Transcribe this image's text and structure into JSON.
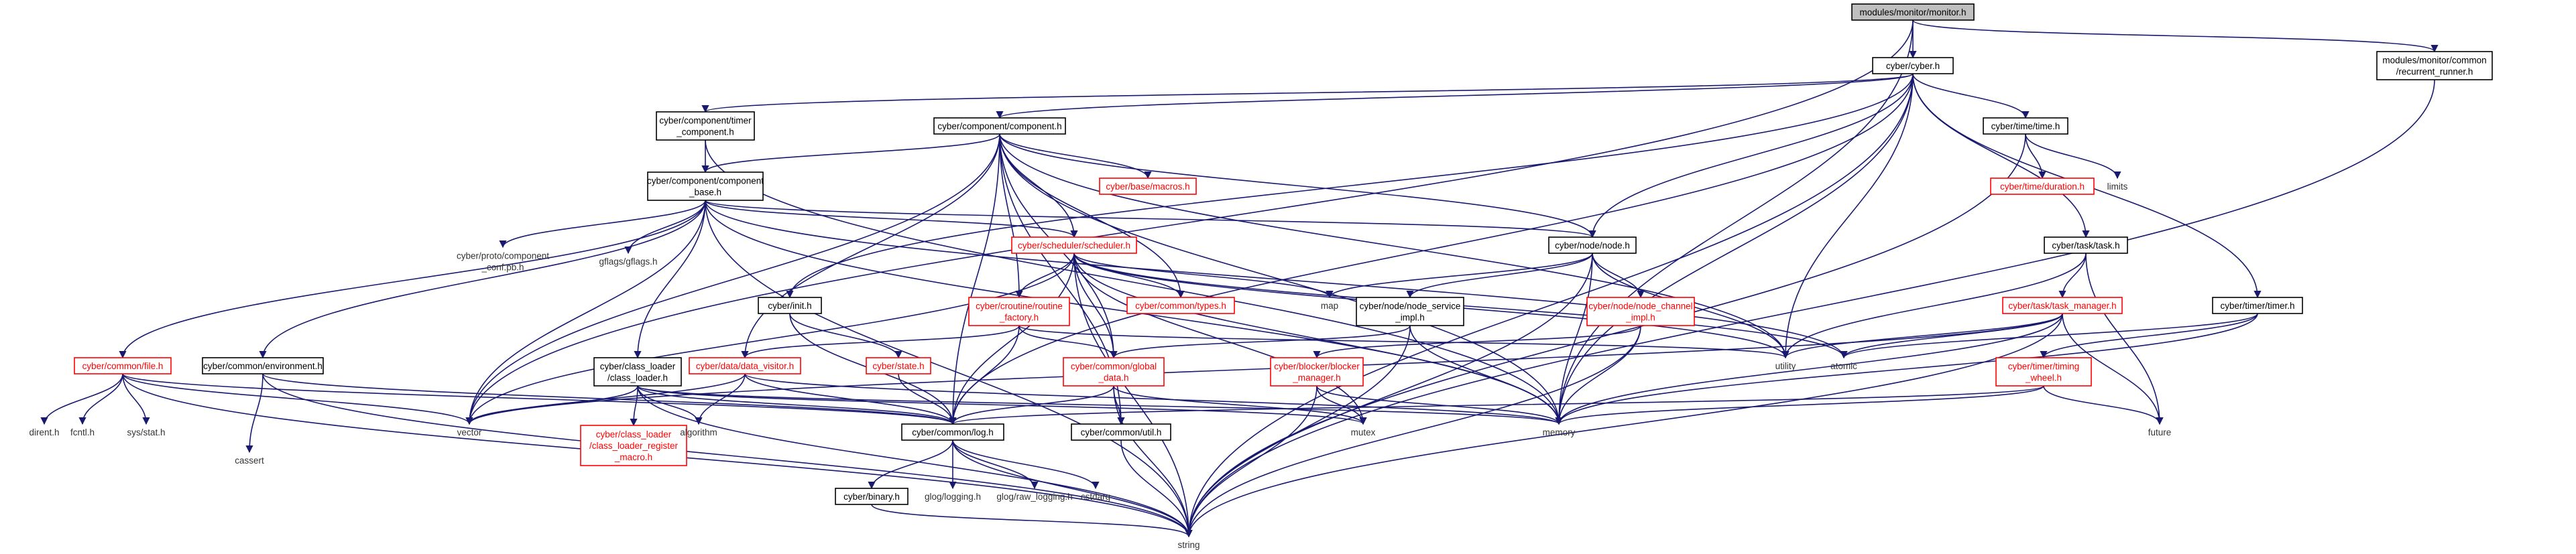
{
  "diagram": {
    "type": "include-dependency-graph",
    "edge_color": "#191970",
    "highlight_color": "#ff0000",
    "root_fill": "#bfbfbf",
    "nodes": [
      {
        "id": "root",
        "lines": [
          "modules/monitor/monitor.h"
        ],
        "style": "root"
      },
      {
        "id": "cyber_h",
        "lines": [
          "cyber/cyber.h"
        ],
        "style": "box"
      },
      {
        "id": "recurrent",
        "lines": [
          "modules/monitor/common",
          "/recurrent_runner.h"
        ],
        "style": "box"
      },
      {
        "id": "timer_comp",
        "lines": [
          "cyber/component/timer",
          "_component.h"
        ],
        "style": "box"
      },
      {
        "id": "component",
        "lines": [
          "cyber/component/component.h"
        ],
        "style": "box"
      },
      {
        "id": "time_h",
        "lines": [
          "cyber/time/time.h"
        ],
        "style": "box"
      },
      {
        "id": "comp_base",
        "lines": [
          "cyber/component/component",
          "_base.h"
        ],
        "style": "box"
      },
      {
        "id": "macros",
        "lines": [
          "cyber/base/macros.h"
        ],
        "style": "red"
      },
      {
        "id": "duration",
        "lines": [
          "cyber/time/duration.h"
        ],
        "style": "red"
      },
      {
        "id": "limits",
        "lines": [
          "limits"
        ],
        "style": "plain"
      },
      {
        "id": "comp_conf",
        "lines": [
          "cyber/proto/component",
          "_conf.pb.h"
        ],
        "style": "plain"
      },
      {
        "id": "gflags",
        "lines": [
          "gflags/gflags.h"
        ],
        "style": "plain"
      },
      {
        "id": "scheduler",
        "lines": [
          "cyber/scheduler/scheduler.h"
        ],
        "style": "red"
      },
      {
        "id": "node_h",
        "lines": [
          "cyber/node/node.h"
        ],
        "style": "box"
      },
      {
        "id": "task_h",
        "lines": [
          "cyber/task/task.h"
        ],
        "style": "box"
      },
      {
        "id": "init_h",
        "lines": [
          "cyber/init.h"
        ],
        "style": "box"
      },
      {
        "id": "routine",
        "lines": [
          "cyber/croutine/routine",
          "_factory.h"
        ],
        "style": "red"
      },
      {
        "id": "types_h",
        "lines": [
          "cyber/common/types.h"
        ],
        "style": "red"
      },
      {
        "id": "map",
        "lines": [
          "map"
        ],
        "style": "plain"
      },
      {
        "id": "service",
        "lines": [
          "cyber/node/node_service",
          "_impl.h"
        ],
        "style": "box"
      },
      {
        "id": "channel",
        "lines": [
          "cyber/node/node_channel",
          "_impl.h"
        ],
        "style": "red"
      },
      {
        "id": "task_mgr",
        "lines": [
          "cyber/task/task_manager.h"
        ],
        "style": "red"
      },
      {
        "id": "timer_h",
        "lines": [
          "cyber/timer/timer.h"
        ],
        "style": "box"
      },
      {
        "id": "file_h",
        "lines": [
          "cyber/common/file.h"
        ],
        "style": "red"
      },
      {
        "id": "env_h",
        "lines": [
          "cyber/common/environment.h"
        ],
        "style": "box"
      },
      {
        "id": "classloader",
        "lines": [
          "cyber/class_loader",
          "/class_loader.h"
        ],
        "style": "box"
      },
      {
        "id": "state_h",
        "lines": [
          "cyber/state.h"
        ],
        "style": "red"
      },
      {
        "id": "visitor",
        "lines": [
          "cyber/data/data_visitor.h"
        ],
        "style": "red"
      },
      {
        "id": "global",
        "lines": [
          "cyber/common/global",
          "_data.h"
        ],
        "style": "red"
      },
      {
        "id": "blocker",
        "lines": [
          "cyber/blocker/blocker",
          "_manager.h"
        ],
        "style": "red"
      },
      {
        "id": "utility",
        "lines": [
          "utility"
        ],
        "style": "plain"
      },
      {
        "id": "atomic",
        "lines": [
          "atomic"
        ],
        "style": "plain"
      },
      {
        "id": "timing",
        "lines": [
          "cyber/timer/timing",
          "_wheel.h"
        ],
        "style": "red"
      },
      {
        "id": "dirent",
        "lines": [
          "dirent.h"
        ],
        "style": "plain"
      },
      {
        "id": "fcntl",
        "lines": [
          "fcntl.h"
        ],
        "style": "plain"
      },
      {
        "id": "sysstat",
        "lines": [
          "sys/stat.h"
        ],
        "style": "plain"
      },
      {
        "id": "vector",
        "lines": [
          "vector"
        ],
        "style": "plain"
      },
      {
        "id": "cassert",
        "lines": [
          "cassert"
        ],
        "style": "plain"
      },
      {
        "id": "cl_register",
        "lines": [
          "cyber/class_loader",
          "/class_loader_register",
          "_macro.h"
        ],
        "style": "red"
      },
      {
        "id": "algorithm",
        "lines": [
          "algorithm"
        ],
        "style": "plain"
      },
      {
        "id": "log_h",
        "lines": [
          "cyber/common/log.h"
        ],
        "style": "box"
      },
      {
        "id": "util_h",
        "lines": [
          "cyber/common/util.h"
        ],
        "style": "box"
      },
      {
        "id": "mutex",
        "lines": [
          "mutex"
        ],
        "style": "plain"
      },
      {
        "id": "memory",
        "lines": [
          "memory"
        ],
        "style": "plain"
      },
      {
        "id": "future",
        "lines": [
          "future"
        ],
        "style": "plain"
      },
      {
        "id": "binary",
        "lines": [
          "cyber/binary.h"
        ],
        "style": "box"
      },
      {
        "id": "glog",
        "lines": [
          "glog/logging.h"
        ],
        "style": "plain"
      },
      {
        "id": "glog_raw",
        "lines": [
          "glog/raw_logging.h"
        ],
        "style": "plain"
      },
      {
        "id": "cstdarg",
        "lines": [
          "cstdarg"
        ],
        "style": "plain"
      },
      {
        "id": "string",
        "lines": [
          "string"
        ],
        "style": "plain"
      }
    ]
  }
}
